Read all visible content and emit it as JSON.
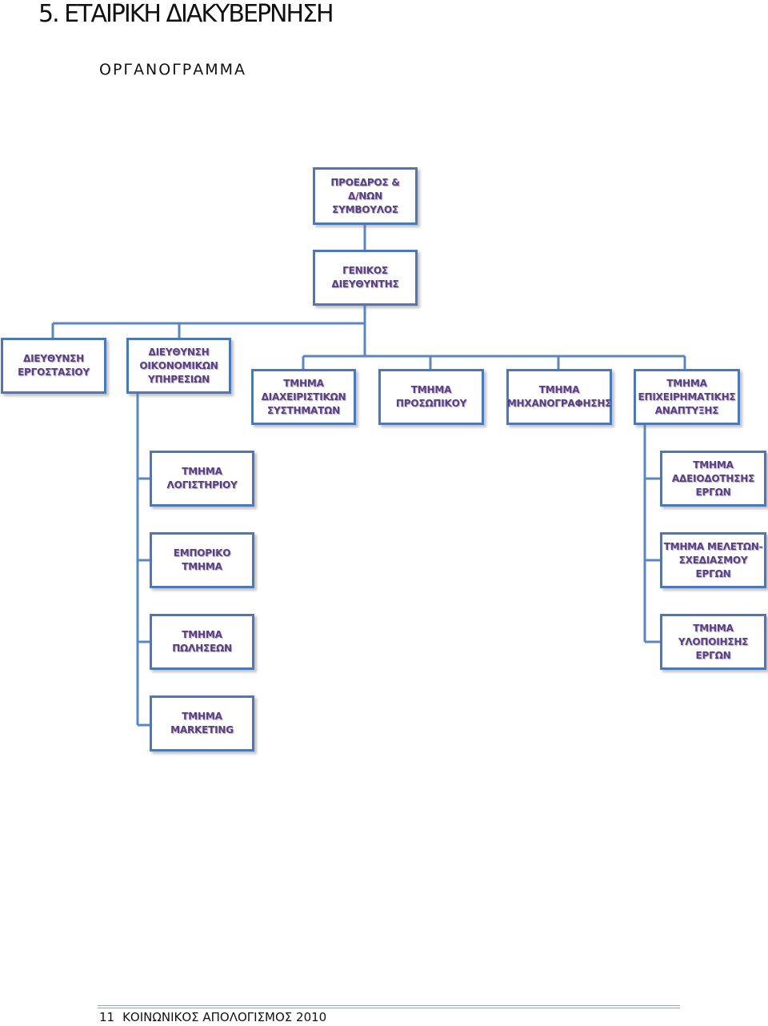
{
  "header": {
    "section_title": "5. ΕΤΑΙΡΙΚΗ ΔΙΑΚΥΒΕΡΝΗΣΗ",
    "subtitle": "ΟΡΓΑΝΟΓΡΑΜΜΑ"
  },
  "org": {
    "chairman": "ΠΡΟΕΔΡΟΣ &\nΔ/ΝΩΝ\nΣΥΜΒΟΥΛΟΣ",
    "general_manager": "ΓΕΝΙΚΟΣ\nΔΙΕΥΘΥΝΤΗΣ",
    "factory_division": "ΔΙΕΥΘΥΝΣΗ\nΕΡΓΟΣΤΑΣΙΟΥ",
    "finance_division": "ΔΙΕΥΘΥΝΣΗ\nΟΙΚΟΝΟΜΙΚΩΝ\nΥΠΗΡΕΣΙΩΝ",
    "management_systems": "ΤΜΗΜΑ\nΔΙΑΧΕΙΡΙΣΤΙΚΩΝ\nΣΥΣΤΗΜΑΤΩΝ",
    "personnel": "ΤΜΗΜΑ\nΠΡΟΣΩΠΙΚΟΥ",
    "it": "ΤΜΗΜΑ\nΜΗΧΑΝΟΓΡΑΦΗΣΗΣ",
    "business_development": "ΤΜΗΜΑ\nΕΠΙΧΕΙΡΗΜΑΤΙΚΗΣ\nΑΝΑΠΤΥΞΗΣ",
    "accounting": "ΤΜΗΜΑ\nΛΟΓΙΣΤΗΡΙΟΥ",
    "commercial": "ΕΜΠΟΡΙΚΟ ΤΜΗΜΑ",
    "sales": "ΤΜΗΜΑ ΠΩΛΗΣΕΩΝ",
    "marketing": "ΤΜΗΜΑ\nMARKETING",
    "project_licensing": "ΤΜΗΜΑ\nΑΔΕΙΟΔΟΤΗΣΗΣ\nΕΡΓΩΝ",
    "project_design": "ΤΜΗΜΑ ΜΕΛΕΤΩΝ-\nΣΧΕΔΙΑΣΜΟΥ ΕΡΓΩΝ",
    "project_implementation": "ΤΜΗΜΑ\nΥΛΟΠΟΙΗΣΗΣ ΕΡΓΩΝ"
  },
  "footer": {
    "page_number": "11",
    "report_title": "ΚΟΙΝΩΝΙΚΟΣ ΑΠΟΛΟΓΙΣΜΟΣ 2010"
  },
  "colors": {
    "box_border": "#4a78b8",
    "connector": "#5b87c1",
    "label_text": "#5a3e86"
  }
}
